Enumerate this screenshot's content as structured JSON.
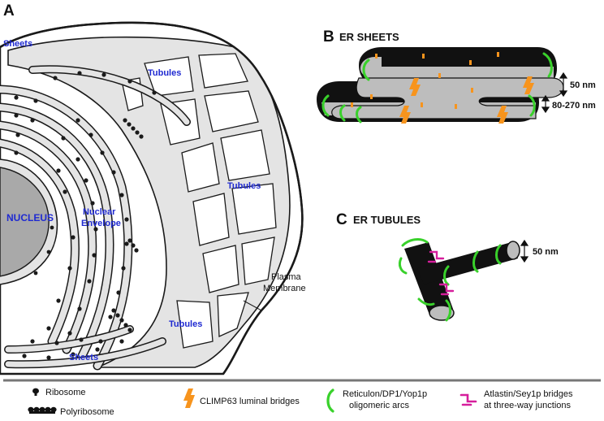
{
  "panels": {
    "a": {
      "letter": "A"
    },
    "b": {
      "letter": "B",
      "title": "ER SHEETS",
      "dim_top": "50 nm",
      "dim_gap": "80-270 nm"
    },
    "c": {
      "letter": "C",
      "title": "ER TUBULES",
      "dim": "50 nm"
    }
  },
  "cell_labels": {
    "sheets_top": "Sheets",
    "sheets_bottom": "Sheets",
    "tubules_top": "Tubules",
    "tubules_right": "Tubules",
    "tubules_bottom": "Tubules",
    "nucleus": "NUCLEUS",
    "nuclear_envelope_1": "Nuclear",
    "nuclear_envelope_2": "Envelope",
    "plasma_membrane_1": "Plasma",
    "plasma_membrane_2": "Membrane"
  },
  "legend": {
    "ribosome": "Ribosome",
    "polyribosome": "Polyribosome",
    "climp63": "CLIMP63 luminal bridges",
    "reticulon_1": "Reticulon/DP1/Yop1p",
    "reticulon_2": "oligomeric arcs",
    "atlastin_1": "Atlastin/Sey1p bridges",
    "atlastin_2": "at three-way junctions"
  },
  "colors": {
    "er_fill": "#e4e4e4",
    "outline": "#1a1a1a",
    "nucleus": "#a9a9a9",
    "climp63": "#f7941d",
    "reticulon": "#39d12b",
    "atlastin": "#d61e9c",
    "label_blue": "#1f2ad1",
    "divider": "#777777"
  }
}
